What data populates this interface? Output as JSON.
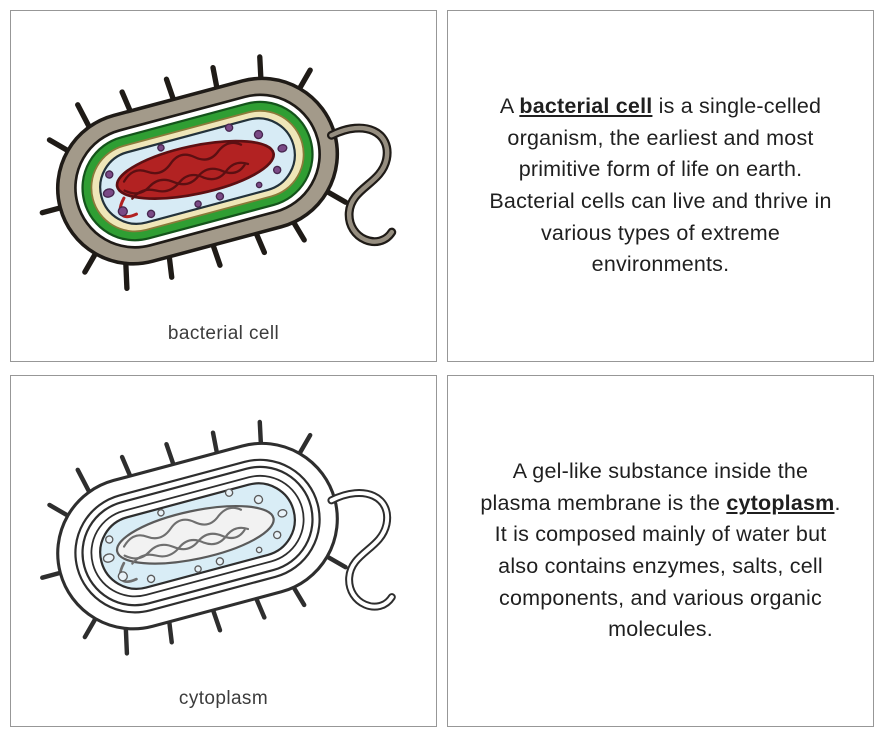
{
  "cards": {
    "bacterial_cell_picture": {
      "caption": "bacterial cell",
      "illustration": "bacterial-cell-diagram-colored"
    },
    "bacterial_cell_text": {
      "prefix": "A ",
      "term": "bacterial cell",
      "suffix": " is a single-celled organism, the earliest and most primitive form of life on earth. Bacterial cells can live and thrive in various types of extreme environments."
    },
    "cytoplasm_picture": {
      "caption": "cytoplasm",
      "illustration": "bacterial-cell-diagram-outline"
    },
    "cytoplasm_text": {
      "prefix": "A gel-like substance inside the plasma membrane is the ",
      "term": "cytoplasm",
      "suffix": ". It is composed mainly of water but also contains enzymes, salts, cell components, and various organic molecules."
    }
  },
  "colors": {
    "card_border": "#979797",
    "outline_dark": "#1f1b17",
    "capsule_gray": "#a39a8a",
    "cell_wall_green": "#2f9e33",
    "inner_layer_cream": "#efe6b8",
    "cytoplasm_blue": "#d7ebf5",
    "nucleoid_red": "#b22222",
    "nucleoid_dark_red": "#5c0f12",
    "organelle_purple": "#7a4a86",
    "flagellum_gray": "#968e80",
    "bw_line": "#2e2e2e",
    "bw_cytoplasm_blue": "#d9edf6"
  }
}
